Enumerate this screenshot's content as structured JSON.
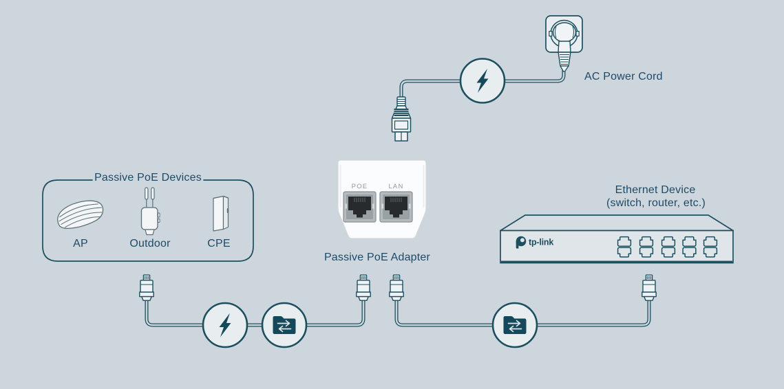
{
  "diagram": {
    "ac_power": {
      "label": "AC Power Cord"
    },
    "poe_devices_box": {
      "title": "Passive PoE Devices",
      "devices": [
        {
          "label": "AP"
        },
        {
          "label": "Outdoor"
        },
        {
          "label": "CPE"
        }
      ]
    },
    "adapter": {
      "label": "Passive PoE Adapter",
      "port_left": "POE",
      "port_right": "LAN"
    },
    "ethernet_device": {
      "title": "Ethernet Device",
      "subtitle": "(switch, router, etc.)",
      "brand": "tp-link",
      "port_icon_count": 10
    },
    "icons": {
      "power": "lightning-bolt-icon",
      "data": "data-transfer-folder-icon"
    }
  },
  "colors": {
    "background": "#cdd6dc",
    "line_art": "#1d4f5e",
    "icon_fill": "#14485a",
    "text": "#1e4a67",
    "circle_fill": "#e8edf0",
    "adapter_body": "#fbfcfd",
    "port_label": "#8e979d"
  }
}
